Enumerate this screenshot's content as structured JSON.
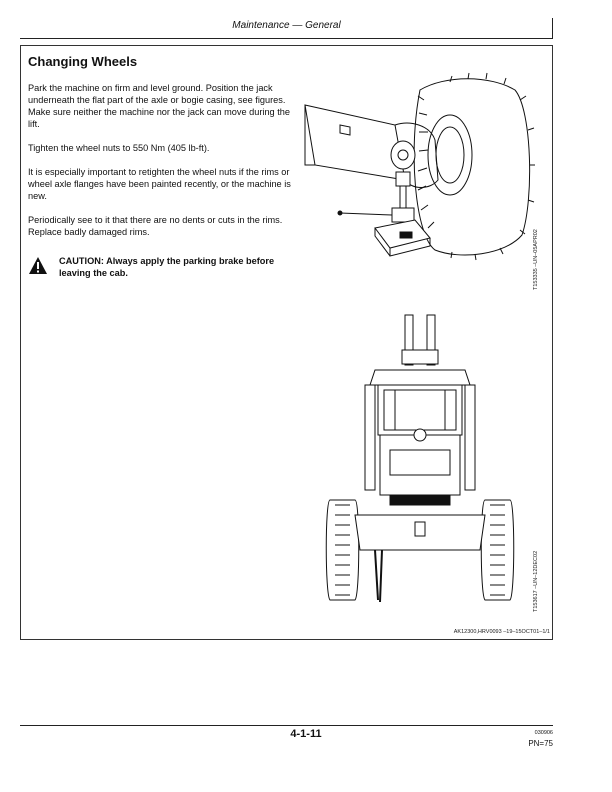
{
  "header": {
    "title": "Maintenance — General"
  },
  "section": {
    "title": "Changing Wheels"
  },
  "paragraphs": [
    "Park the machine on firm and level ground. Position the jack underneath the flat part of the axle or bogie casing, see figures. Make sure neither the machine nor the jack can move during the lift.",
    "Tighten the wheel nuts to 550 Nm (405 lb-ft).",
    "It is especially important to retighten the wheel nuts if the rims or wheel axle flanges have been painted recently, or the machine is new.",
    "Periodically see to it that there are no dents or cuts in the rims. Replace badly damaged rims."
  ],
  "caution": {
    "icon": "warning-triangle-icon",
    "text": "CAUTION: Always apply the parking brake before leaving the cab."
  },
  "figures": [
    {
      "code": "T153335 –UN–05APR02",
      "depicts": "jack under axle by wheel"
    },
    {
      "code": "T153617 –UN–12DEC02",
      "depicts": "machine rear view on jack"
    }
  ],
  "doc_ref": "AK12300,HRV0093   –19–15OCT01–1/1",
  "footer": {
    "page": "4-1-11",
    "date": "030906",
    "pn": "PN=75"
  }
}
